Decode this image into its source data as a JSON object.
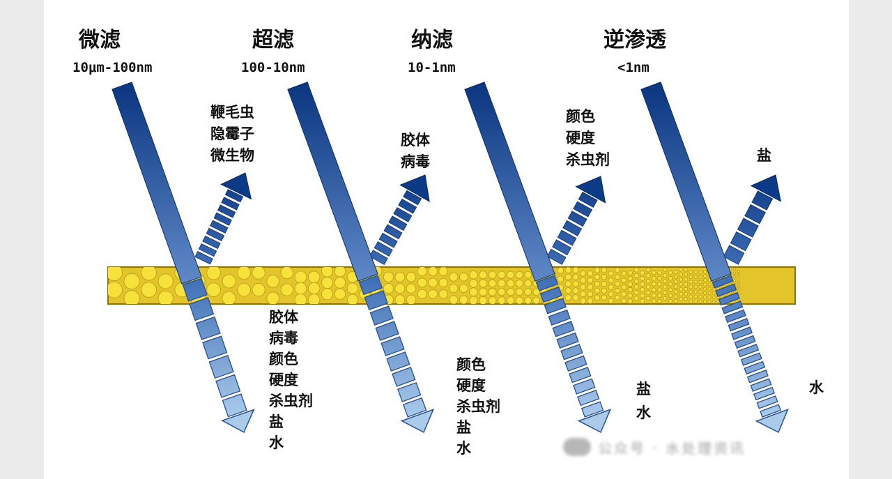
{
  "columns": [
    {
      "title": "微滤",
      "range": "10μm-100nm",
      "rejected": [
        "鞭毛虫",
        "隐霉子",
        "微生物"
      ],
      "passed": [
        "胶体",
        "病毒",
        "颜色",
        "硬度",
        "杀虫剂",
        "盐",
        "水"
      ]
    },
    {
      "title": "超滤",
      "range": "100-10nm",
      "rejected": [
        "胶体",
        "病毒"
      ],
      "passed": [
        "颜色",
        "硬度",
        "杀虫剂",
        "盐",
        "水"
      ]
    },
    {
      "title": "纳滤",
      "range": "10-1nm",
      "rejected": [
        "颜色",
        "硬度",
        "杀虫剂"
      ],
      "passed": [
        "盐",
        "水"
      ]
    },
    {
      "title": "逆渗透",
      "range": "<1nm",
      "rejected": [
        "盐"
      ],
      "passed": [
        "水"
      ]
    }
  ],
  "watermark": "公众号 · 水处理资讯",
  "colors": {
    "membrane": "#e3c42a",
    "pore": "#f6e23a",
    "arrow_dark": "#0d3a86",
    "arrow_light": "#aacbea",
    "background": "#ffffff"
  }
}
